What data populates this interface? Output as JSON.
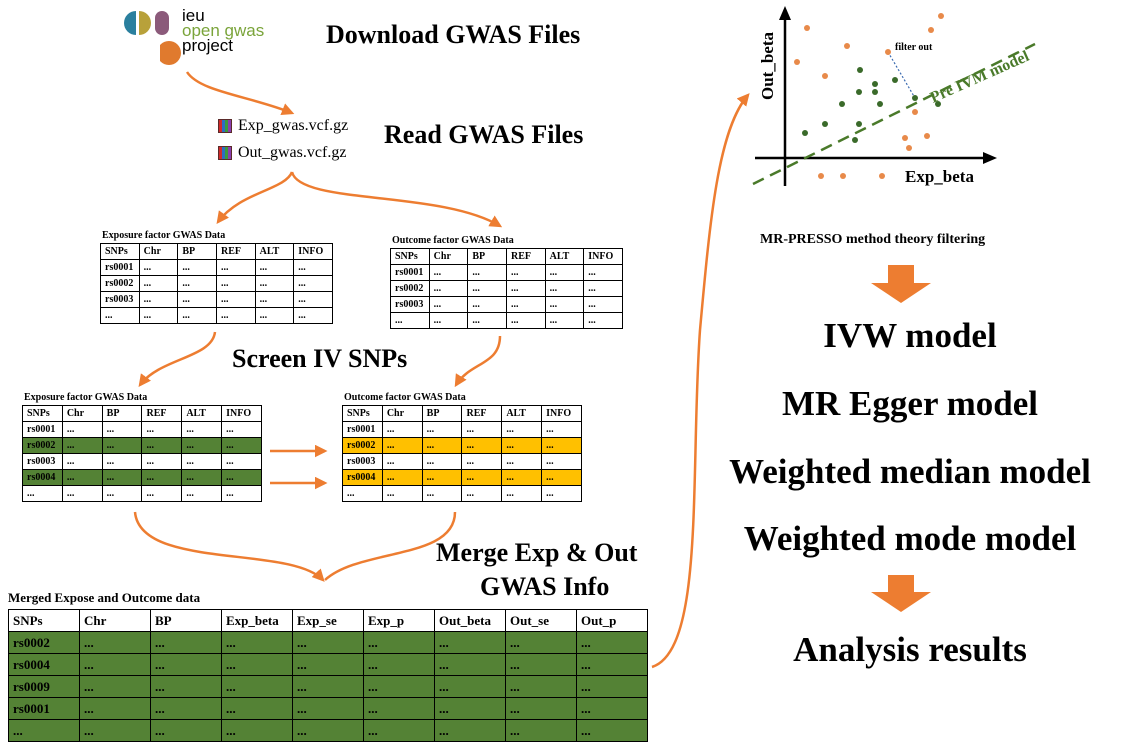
{
  "logo": {
    "line1": "ieu",
    "line2": "open gwas",
    "line3": "project",
    "colors": [
      "#2a7f9e",
      "#b8a13a",
      "#8b5a7a",
      "#e07a2e"
    ]
  },
  "titles": {
    "download": "Download GWAS Files",
    "read": "Read GWAS Files",
    "screen": "Screen IV SNPs",
    "merge_line1": "Merge Exp & Out",
    "merge_line2": "GWAS Info"
  },
  "files": [
    "Exp_gwas.vcf.gz",
    "Out_gwas.vcf.gz"
  ],
  "small_headers": [
    "SNPs",
    "Chr",
    "BP",
    "REF",
    "ALT",
    "INFO"
  ],
  "exp_table_top": {
    "caption": "Exposure factor GWAS Data",
    "rows": [
      [
        "rs0001",
        "...",
        "...",
        "...",
        "...",
        "..."
      ],
      [
        "rs0002",
        "...",
        "...",
        "...",
        "...",
        "..."
      ],
      [
        "rs0003",
        "...",
        "...",
        "...",
        "...",
        "..."
      ],
      [
        "...",
        "...",
        "...",
        "...",
        "...",
        "..."
      ]
    ]
  },
  "out_table_top": {
    "caption": "Outcome factor GWAS Data",
    "rows": [
      [
        "rs0001",
        "...",
        "...",
        "...",
        "...",
        "..."
      ],
      [
        "rs0002",
        "...",
        "...",
        "...",
        "...",
        "..."
      ],
      [
        "rs0003",
        "...",
        "...",
        "...",
        "...",
        "..."
      ],
      [
        "...",
        "...",
        "...",
        "...",
        "...",
        "..."
      ]
    ]
  },
  "exp_table_screen": {
    "caption": "Exposure factor GWAS Data",
    "highlight_color": "#548235",
    "highlight_rows": [
      1,
      3
    ],
    "rows": [
      [
        "rs0001",
        "...",
        "...",
        "...",
        "...",
        "..."
      ],
      [
        "rs0002",
        "...",
        "...",
        "...",
        "...",
        "..."
      ],
      [
        "rs0003",
        "...",
        "...",
        "...",
        "...",
        "..."
      ],
      [
        "rs0004",
        "...",
        "...",
        "...",
        "...",
        "..."
      ],
      [
        "...",
        "...",
        "...",
        "...",
        "...",
        "..."
      ]
    ]
  },
  "out_table_screen": {
    "caption": "Outcome factor GWAS Data",
    "highlight_color": "#ffc000",
    "highlight_rows": [
      1,
      3
    ],
    "rows": [
      [
        "rs0001",
        "...",
        "...",
        "...",
        "...",
        "..."
      ],
      [
        "rs0002",
        "...",
        "...",
        "...",
        "...",
        "..."
      ],
      [
        "rs0003",
        "...",
        "...",
        "...",
        "...",
        "..."
      ],
      [
        "rs0004",
        "...",
        "...",
        "...",
        "...",
        "..."
      ],
      [
        "...",
        "...",
        "...",
        "...",
        "...",
        "..."
      ]
    ]
  },
  "merged_table": {
    "caption": "Merged Expose and Outcome data",
    "headers": [
      "SNPs",
      "Chr",
      "BP",
      "Exp_beta",
      "Exp_se",
      "Exp_p",
      "Out_beta",
      "Out_se",
      "Out_p"
    ],
    "rows": [
      [
        "rs0002",
        "...",
        "...",
        "...",
        "...",
        "...",
        "...",
        "...",
        "..."
      ],
      [
        "rs0004",
        "...",
        "...",
        "...",
        "...",
        "...",
        "...",
        "...",
        "..."
      ],
      [
        "rs0009",
        "...",
        "...",
        "...",
        "...",
        "...",
        "...",
        "...",
        "..."
      ],
      [
        "rs0001",
        "...",
        "...",
        "...",
        "...",
        "...",
        "...",
        "...",
        "..."
      ],
      [
        "...",
        "...",
        "...",
        "...",
        "...",
        "...",
        "...",
        "...",
        "..."
      ]
    ],
    "row_color": "#548235"
  },
  "scatter": {
    "x_label": "Exp_beta",
    "y_label": "Out_beta",
    "line_label": "Pre IVM model",
    "outlier_label": "filter out",
    "line_color": "#4a7a2a",
    "inlier_color": "#3a6a2a",
    "outlier_color": "#e88a4a"
  },
  "method_caption": "MR-PRESSO method theory filtering",
  "models": [
    "IVW model",
    "MR Egger model",
    "Weighted median model",
    "Weighted mode model"
  ],
  "result": "Analysis results",
  "arrow_color": "#ed7d31"
}
